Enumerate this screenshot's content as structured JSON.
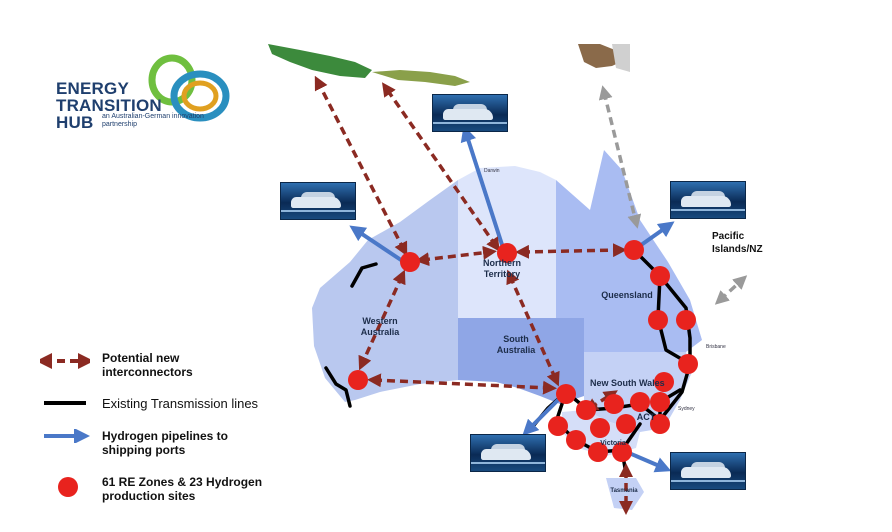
{
  "logo": {
    "line1": "ENERGY",
    "line2": "TRANSITION",
    "line3": "HUB",
    "subtitle": "an Australian-German innovation partnership"
  },
  "regions": {
    "wa": "Western Australia",
    "nt": "Northern Territory",
    "sa": "South Australia",
    "qld": "Queensland",
    "nsw": "New South Wales",
    "act": "ACT",
    "vic": "Victoria",
    "tas": "Tasmania"
  },
  "cities": {
    "darwin": "Darwin",
    "brisbane": "Brisbane",
    "sydney": "Sydney"
  },
  "pacific_label": "Pacific Islands/NZ",
  "legend": {
    "interconnectors": "Potential new interconnectors",
    "transmission": "Existing Transmission lines",
    "pipelines": "Hydrogen pipelines to shipping ports",
    "zones": "61 RE Zones & 23 Hydrogen production sites"
  },
  "colors": {
    "interconnector": "#8b2a22",
    "transmission": "#000000",
    "pipeline": "#4a78c8",
    "zone": "#e8231e",
    "pacific_arrow": "#9a9a9a",
    "land_wa": "#b9c8ef",
    "land_nt": "#dde5fb",
    "land_sa": "#8fa6e6",
    "land_qld": "#a9bcf2",
    "land_nsw": "#c4d1f5",
    "land_vic": "#d5def8",
    "logo_text": "#1f3f6e"
  }
}
